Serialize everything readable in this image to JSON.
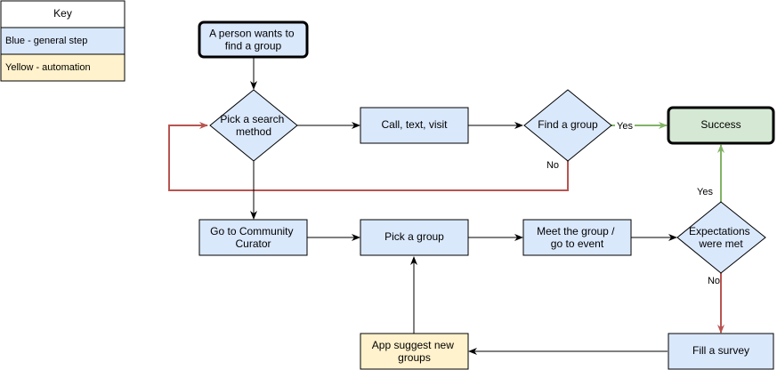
{
  "key": {
    "title": "Key",
    "items": [
      {
        "label": "Blue - general step",
        "fill": "#dae8fc",
        "stroke": "#6c8ebf"
      },
      {
        "label": "Yellow - automation",
        "fill": "#fff2cc",
        "stroke": "#d6b656"
      }
    ]
  },
  "colors": {
    "blue_fill": "#dae8fc",
    "blue_stroke": "#6c8ebf",
    "yellow_fill": "#fff2cc",
    "green_fill": "#d5e8d4",
    "green_edge": "#82b366",
    "red_edge": "#b85450",
    "black": "#000000"
  },
  "nodes": {
    "start": {
      "lines": [
        "A person wants to",
        "find a group"
      ]
    },
    "pick_method": {
      "lines": [
        "Pick a search",
        "method"
      ]
    },
    "call": {
      "lines": [
        "Call, text, visit"
      ]
    },
    "find_group": {
      "lines": [
        "Find a group"
      ]
    },
    "success": {
      "lines": [
        "Success"
      ]
    },
    "curator": {
      "lines": [
        "Go to Community",
        "Curator"
      ]
    },
    "pick_group": {
      "lines": [
        "Pick a group"
      ]
    },
    "meet": {
      "lines": [
        "Meet the group /",
        "go to event"
      ]
    },
    "expectations": {
      "lines": [
        "Expectations",
        "were met"
      ]
    },
    "survey": {
      "lines": [
        "Fill a survey"
      ]
    },
    "suggest": {
      "lines": [
        "App suggest new",
        "groups"
      ]
    }
  },
  "edge_labels": {
    "find_yes": "Yes",
    "find_no": "No",
    "exp_yes": "Yes",
    "exp_no": "No"
  }
}
